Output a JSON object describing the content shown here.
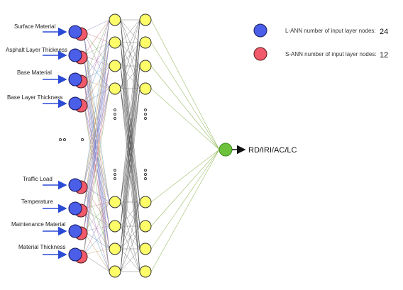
{
  "input_labels": {
    "surface_material": "Surface Material",
    "asphalt_layer_thickness": "Asphalt Layer Thickness",
    "base_material": "Base Material",
    "base_layer_thickness": "Base Layer Thickness",
    "traffic_load": "Traffic Load",
    "temperature": "Temperature",
    "maintenance_material": "Maintenance Material",
    "material_thickness": "Material Thickness"
  },
  "output_label": "RD/IRI/AC/LC",
  "legend": {
    "lann_text": "L-ANN number of input layer nodes:",
    "lann_value": "24",
    "sann_text": "S-ANN number of input layer nodes:",
    "sann_value": "12"
  },
  "colors": {
    "lann_node": "#4a5ee8",
    "sann_node": "#f05a6a",
    "hidden_node": "#fdfd6a",
    "output_node": "#6cc23a",
    "input_arrow": "#2b4bd6"
  }
}
